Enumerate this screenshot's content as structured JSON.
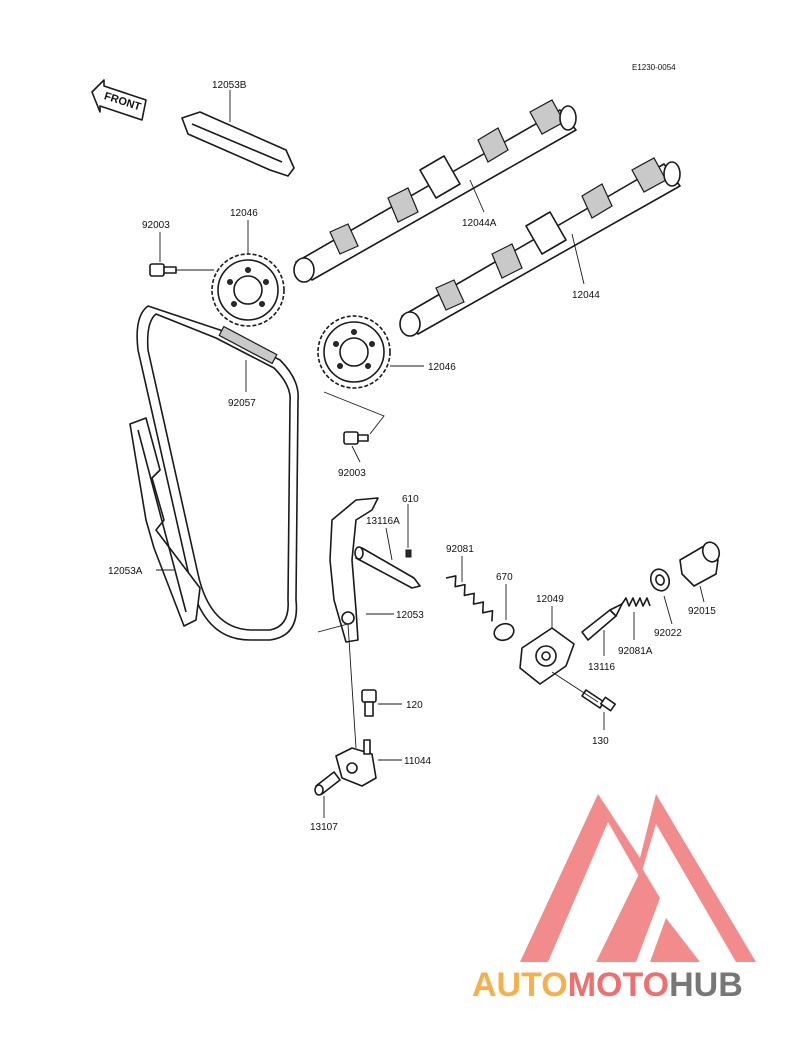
{
  "diagram": {
    "code": "E1230-0054",
    "front_label": "FRONT",
    "parts": {
      "p12053B": "12053B",
      "p92003_top": "92003",
      "p12046_top": "12046",
      "p12044A": "12044A",
      "p12044": "12044",
      "p12046_mid": "12046",
      "p92057": "92057",
      "p92003_mid": "92003",
      "p610": "610",
      "p13116A": "13116A",
      "p92081": "92081",
      "p670": "670",
      "p12049": "12049",
      "p92015": "92015",
      "p92022": "92022",
      "p92081A": "92081A",
      "p13116": "13116",
      "p12053A": "12053A",
      "p12053": "12053",
      "p120": "120",
      "p130": "130",
      "p11044": "11044",
      "p13107": "13107"
    }
  },
  "watermark": {
    "part1": "AUTO",
    "part2": "MOTO",
    "part3": "HUB",
    "colors": {
      "auto": "#f5b04a",
      "moto": "#ef6f6f",
      "hub": "#777777",
      "logo": "#f28b8b"
    }
  }
}
